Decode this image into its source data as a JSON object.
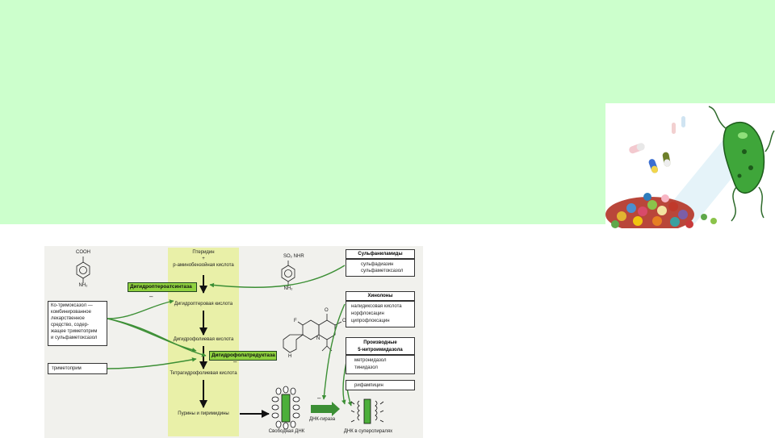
{
  "diagram": {
    "paba_formula": {
      "top": "COOH",
      "bottom": "NH₂"
    },
    "sulfa_formula": {
      "top": "SO₂ NHR",
      "bottom": "NH₂"
    },
    "pathway": {
      "pteridine": "Птеридин",
      "plus": "+",
      "paba": "р-аминобензойная кислота",
      "dihydropteroic": "Дигидроптеровая кислота",
      "dihydrofolic": "Дигидрофолиевая кислота",
      "tetrahydrofolic": "Тетрагидрофолиевая кислота",
      "purines": "Пурины и пиримидины"
    },
    "enzymes": {
      "synthase": "Дигидроптероатсинтаза",
      "reductase": "Дигидрофолатредуктаза"
    },
    "inhibit_marks": {
      "synthase": "–",
      "reductase": "–",
      "gyrase": "–"
    },
    "cotrimoxazole": [
      "Ко-тримоксазол —",
      "комбинированное",
      "лекарственное",
      "средство, содер-",
      "жащее триметоприм",
      "и сульфаметоксазол"
    ],
    "trimethoprim": "триметоприм",
    "quinolone_formula": {
      "f": "F",
      "o": "O",
      "cooh": "COOH",
      "n": "N",
      "h": "H"
    },
    "groups": {
      "sulfonamides": {
        "title": "Сульфаниламиды",
        "drugs": [
          "сульфадиазин",
          "сульфаметоксазол"
        ]
      },
      "quinolones": {
        "title": "Хинолоны",
        "drugs": [
          "налидиксовая кислота",
          "норфлоксацин",
          "ципрофлоксацин"
        ]
      },
      "nitroimidazoles": {
        "title": [
          "Производные",
          "5-нитроимидазола"
        ],
        "drugs": [
          "метронидазол",
          "тинидазол"
        ]
      },
      "rifampicin": "рифампицин"
    },
    "dna": {
      "free": "Свободная ДНК",
      "gyrase": "ДНК-гираза",
      "supercoiled": "ДНК в суперспиралях"
    }
  }
}
